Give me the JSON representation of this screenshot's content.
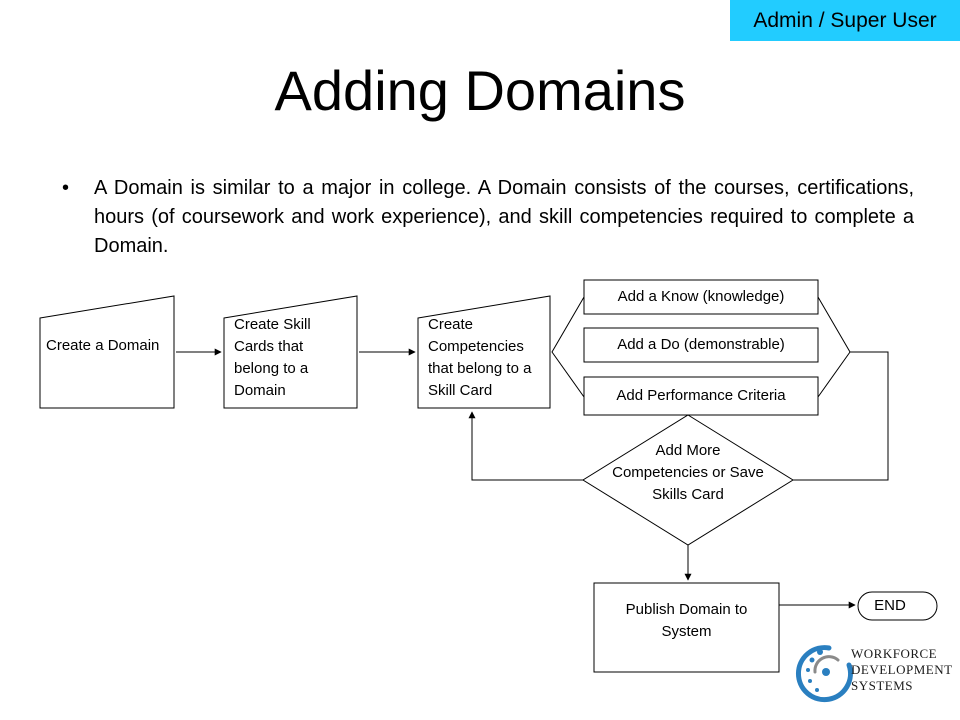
{
  "header": {
    "role_badge": "Admin / Super User",
    "title": "Adding Domains"
  },
  "bullet": {
    "symbol": "•",
    "text": "A Domain is similar to a major in college.  A Domain consists of the courses, certifications, hours (of coursework and work experience), and skill competencies required to complete a Domain."
  },
  "flow": {
    "create_domain": "Create a Domain",
    "create_skill_cards": "Create Skill Cards that belong to a Domain",
    "create_competencies": "Create Competencies that belong to a Skill Card",
    "add_know": "Add a Know (knowledge)",
    "add_do": "Add a Do (demonstrable)",
    "add_performance": "Add Performance Criteria",
    "decision": "Add More Competencies or Save Skills Card",
    "publish": "Publish Domain to System",
    "end": "END"
  },
  "logo": {
    "line1": "WORKFORCE",
    "line2": "DEVELOPMENT",
    "line3": "SYSTEMS",
    "colors": {
      "blue": "#2a7fc0",
      "gray": "#8a8a8a"
    }
  },
  "colors": {
    "badge_bg": "#22ccff",
    "stroke": "#000000"
  }
}
